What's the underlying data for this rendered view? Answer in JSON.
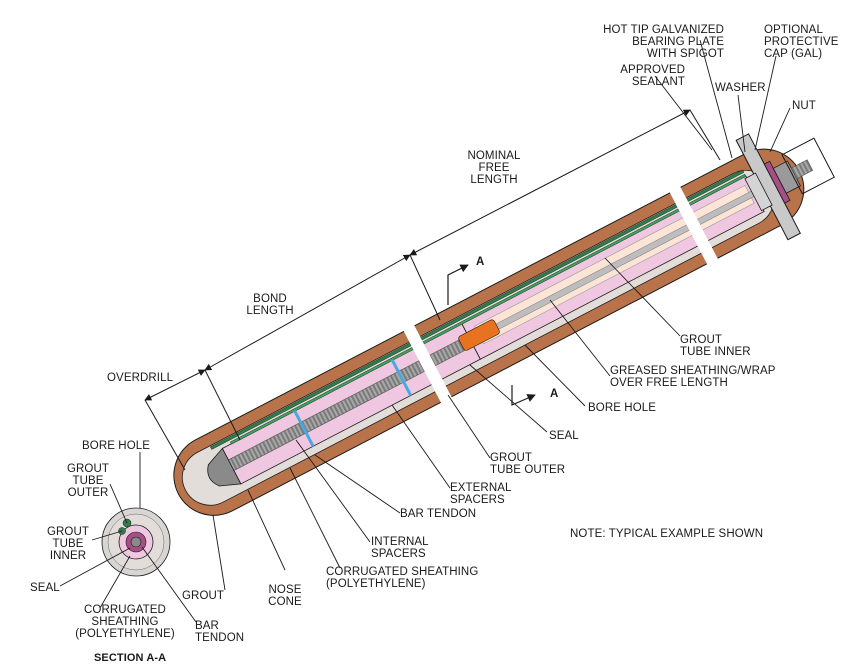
{
  "labels": {
    "hot_tip": "HOT TIP GALVANIZED\nBEARING PLATE\nWITH SPIGOT",
    "optional_cap": "OPTIONAL\nPROTECTIVE\nCAP (GAL)",
    "approved_sealant": "APPROVED\nSEALANT",
    "washer": "WASHER",
    "nut": "NUT",
    "nominal_free_length": "NOMINAL\nFREE\nLENGTH",
    "bond_length": "BOND\nLENGTH",
    "overdrill": "OVERDRILL",
    "section_arrow_top": "A",
    "section_arrow_bottom": "A",
    "grout_tube_inner": "GROUT\nTUBE INNER",
    "greased_sheathing": "GREASED SHEATHING/WRAP\nOVER FREE LENGTH",
    "bore_hole_right": "BORE HOLE",
    "seal_mid": "SEAL",
    "grout_tube_outer_mid": "GROUT\nTUBE OUTER",
    "external_spacers": "EXTERNAL\nSPACERS",
    "bar_tendon_mid": "BAR TENDON",
    "internal_spacers": "INTERNAL\nSPACERS",
    "corrugated_sheathing_mid": "CORRUGATED SHEATHING\n(POLYETHYLENE)",
    "nose_cone": "NOSE\nCONE",
    "grout": "GROUT",
    "note": "NOTE: TYPICAL EXAMPLE SHOWN",
    "sec_bore_hole": "BORE HOLE",
    "sec_grout_tube_outer": "GROUT\nTUBE\nOUTER",
    "sec_grout_tube_inner": "GROUT\nTUBE\nINNER",
    "sec_seal": "SEAL",
    "sec_corrugated": "CORRUGATED\nSHEATHING\n(POLYETHYLENE)",
    "sec_bar_tendon": "BAR\nTENDON",
    "section_title": "SECTION A-A"
  },
  "colors": {
    "bore_hole": "#b8734a",
    "grout": "#e2ddd8",
    "sheathing": "#f0c7e0",
    "free_sheath": "#fce4d6",
    "bar": "#9a9a9a",
    "seal": "#e8731e",
    "grout_tube": "#2e7d4a",
    "spacer": "#4aa8e0",
    "plate": "#c9c9c9",
    "outline": "#1a1a1a"
  }
}
